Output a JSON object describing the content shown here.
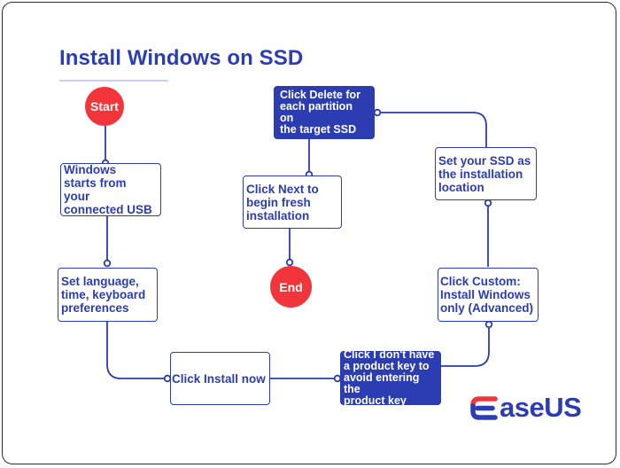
{
  "title": "Install Windows on SSD",
  "start_label": "Start",
  "end_label": "End",
  "steps": [
    "Windows\nstarts from\nyour\nconnected USB",
    "Set language,\ntime, keyboard\npreferences",
    "Click Install now",
    "Click I don't have\na product key to\navoid entering the\nproduct key",
    "Click Custom:\nInstall Windows\nonly (Advanced)",
    "Set your SSD as\nthe installation\nlocation",
    "Click Delete for\neach partition on\nthe target SSD",
    "Click Next to\nbegin fresh\ninstallation"
  ],
  "logo": {
    "text": "aseUS",
    "icon": "easeus-e-logo-icon"
  },
  "colors": {
    "primary": "#2b3db0",
    "accent": "#f2353a",
    "underline": "#c7d0ee"
  }
}
